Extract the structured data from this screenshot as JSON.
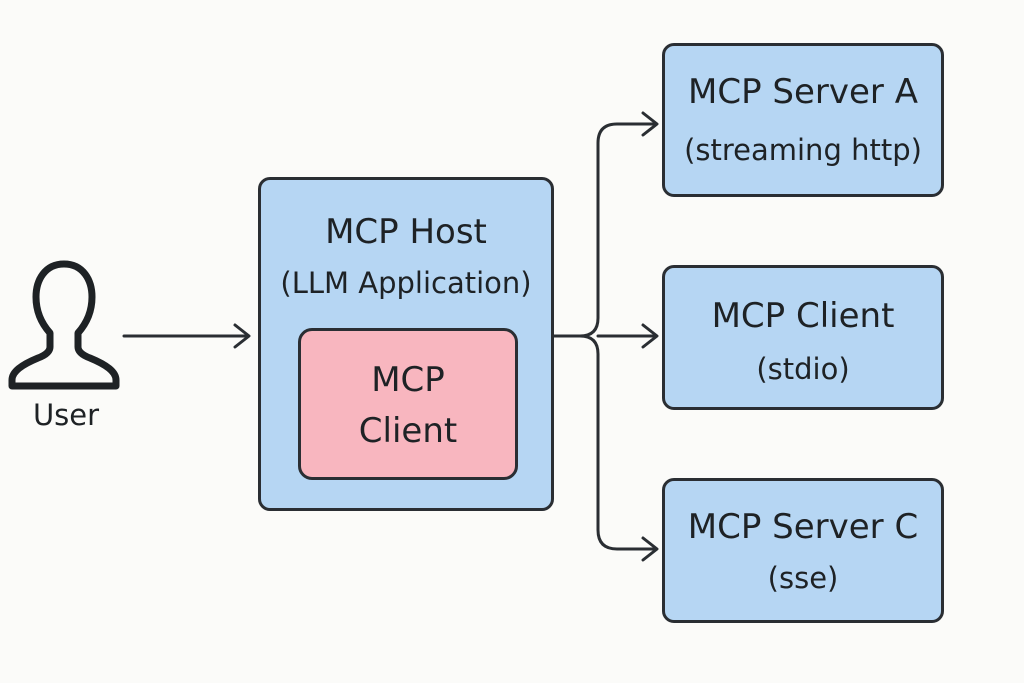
{
  "user": {
    "label": "User",
    "icon": "user-silhouette-icon"
  },
  "host": {
    "title": "MCP Host",
    "subtitle": "(LLM Application)",
    "client": {
      "line1": "MCP",
      "line2": "Client"
    }
  },
  "targets": [
    {
      "title": "MCP Server A",
      "subtitle": "(streaming http)"
    },
    {
      "title": "MCP Client",
      "subtitle": "(stdio)"
    },
    {
      "title": "MCP Server C",
      "subtitle": "(sse)"
    }
  ],
  "colors": {
    "background": "#fbfbf9",
    "box_fill": "#b6d6f3",
    "client_fill": "#f8b6bf",
    "stroke": "#2a2e33"
  }
}
